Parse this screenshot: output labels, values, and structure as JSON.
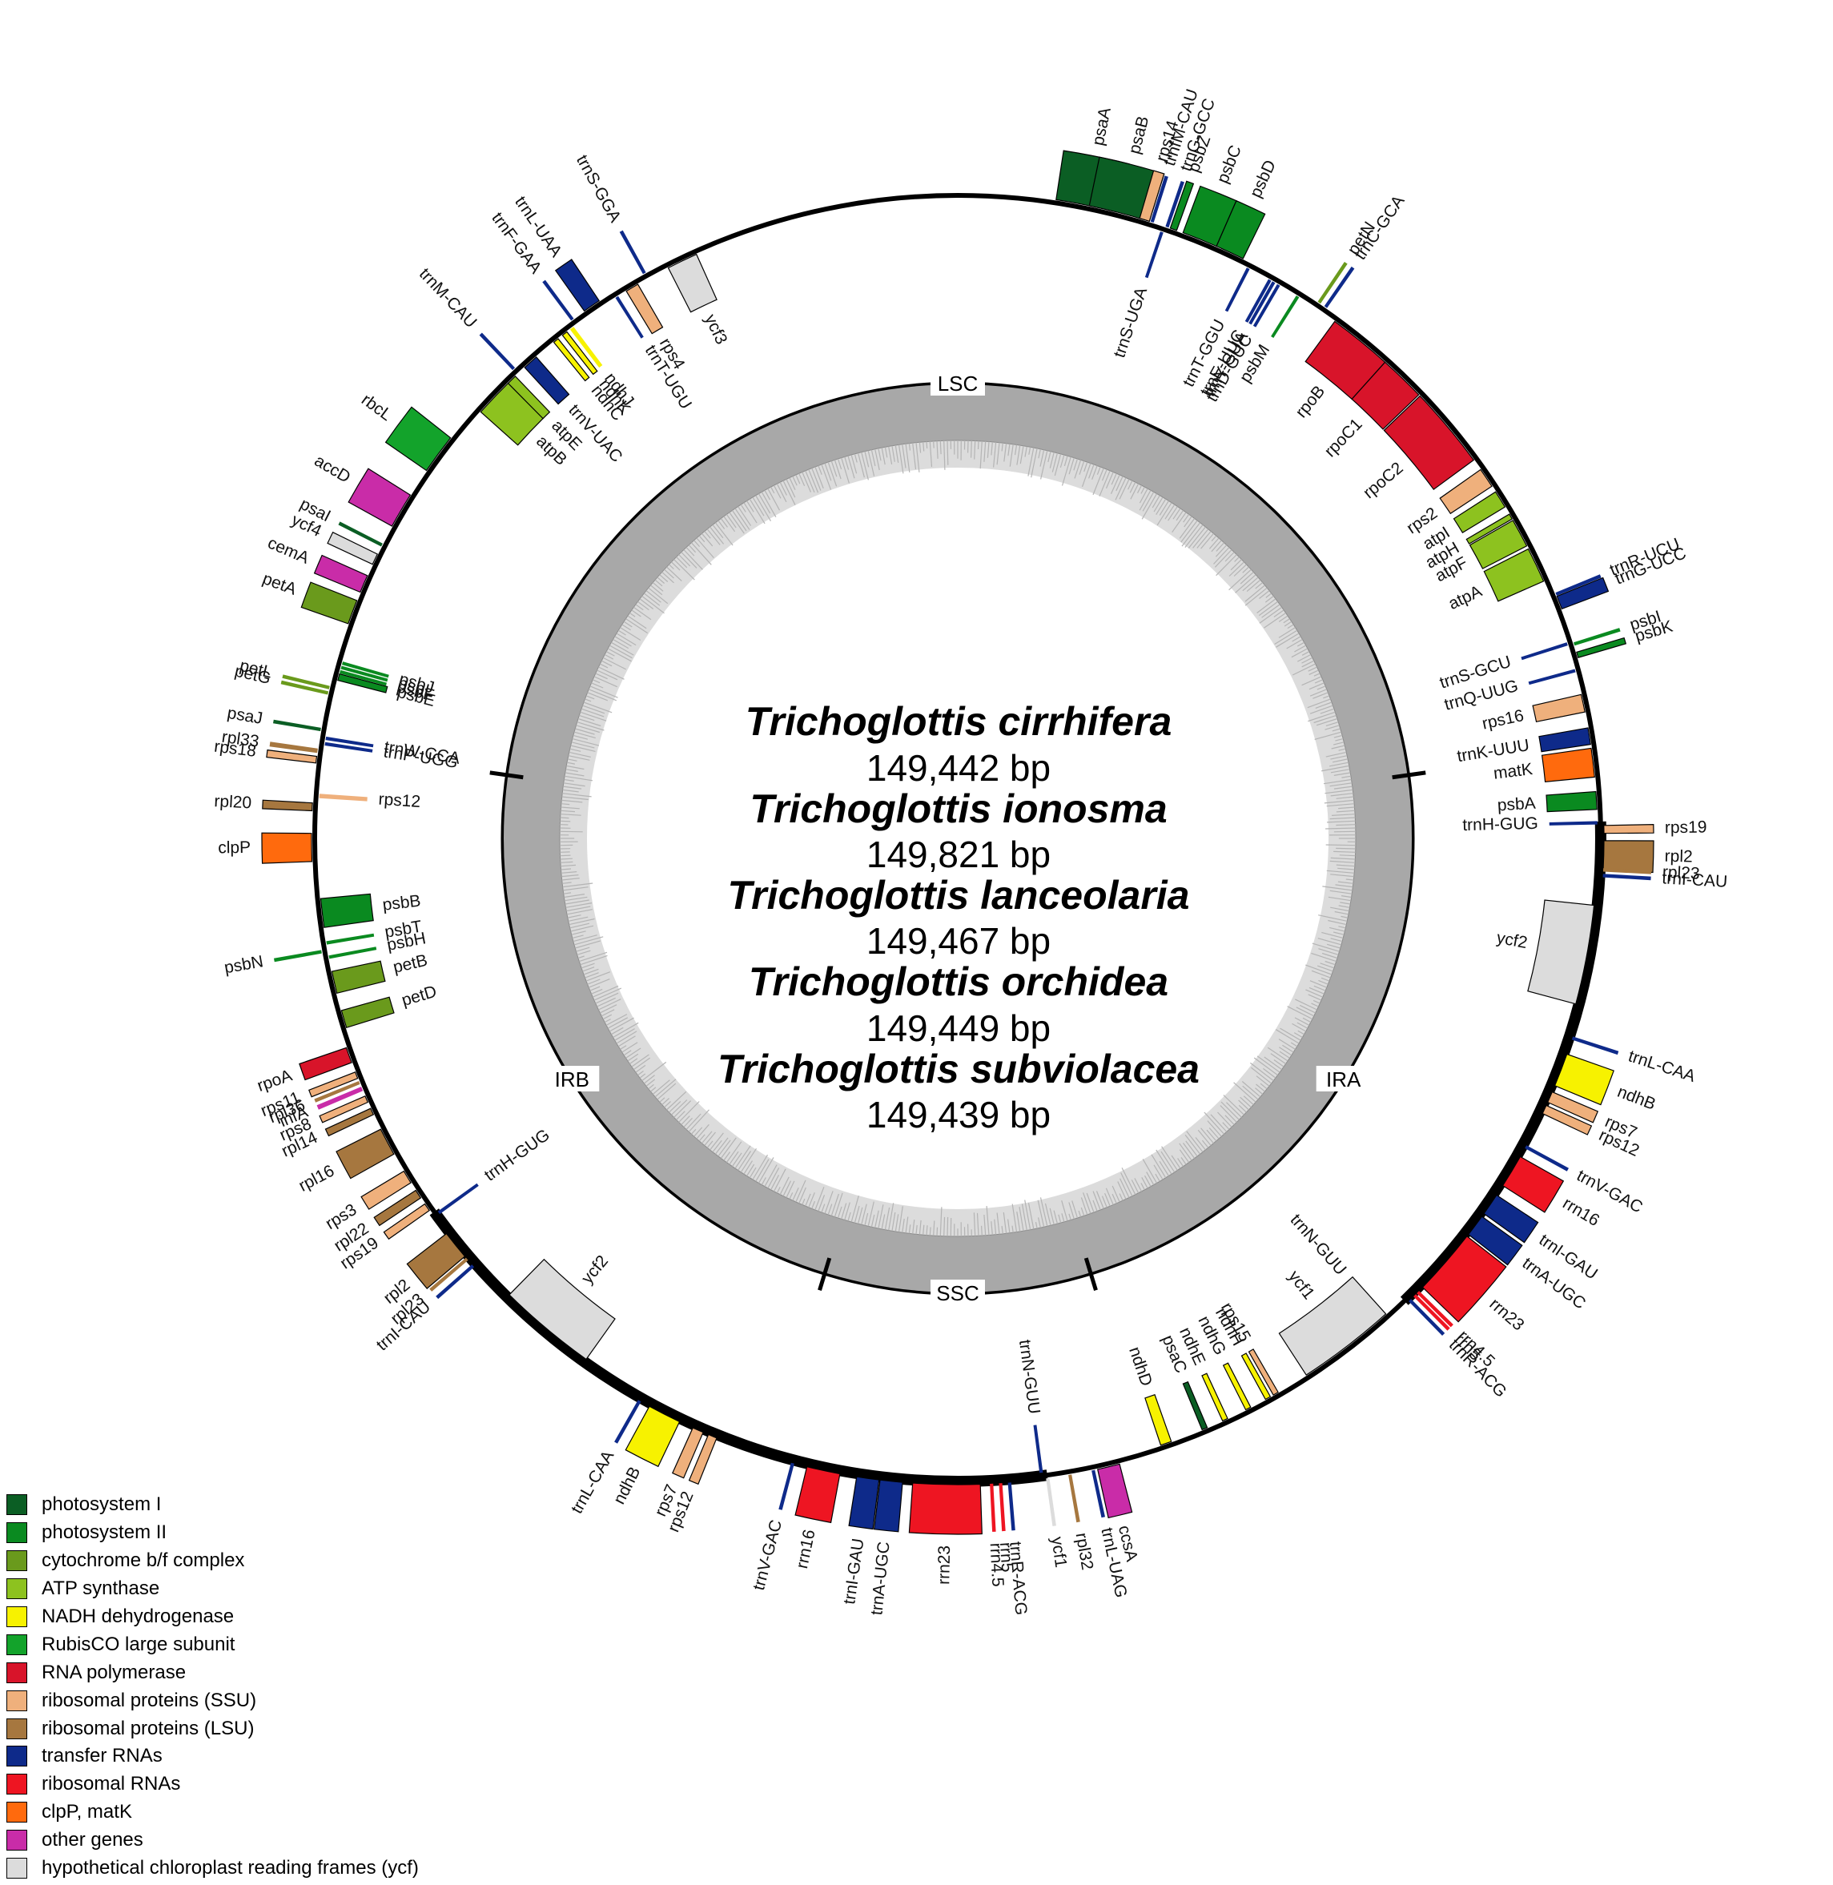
{
  "species": [
    {
      "name": "Trichoglottis cirrhifera",
      "size": "149,442 bp"
    },
    {
      "name": "Trichoglottis ionosma",
      "size": "149,821 bp"
    },
    {
      "name": "Trichoglottis lanceolaria",
      "size": "149,467 bp"
    },
    {
      "name": "Trichoglottis orchidea",
      "size": "149,449 bp"
    },
    {
      "name": "Trichoglottis subviolacea",
      "size": "149,439 bp"
    }
  ],
  "regions": [
    "LSC",
    "IRA",
    "SSC",
    "IRB"
  ],
  "legend": [
    {
      "key": "psI",
      "label": "photosystem I",
      "color": "#0b5e24"
    },
    {
      "key": "psII",
      "label": "photosystem II",
      "color": "#0a8a20"
    },
    {
      "key": "cyt",
      "label": "cytochrome b/f complex",
      "color": "#6a9a1c"
    },
    {
      "key": "atp",
      "label": "ATP synthase",
      "color": "#8dc21f"
    },
    {
      "key": "ndh",
      "label": "NADH dehydrogenase",
      "color": "#f7f200"
    },
    {
      "key": "rbc",
      "label": "RubisCO large subunit",
      "color": "#13a32b"
    },
    {
      "key": "rpo",
      "label": "RNA polymerase",
      "color": "#d8142a"
    },
    {
      "key": "ssu",
      "label": "ribosomal proteins (SSU)",
      "color": "#efb07c"
    },
    {
      "key": "lsu",
      "label": "ribosomal proteins (LSU)",
      "color": "#a6773f"
    },
    {
      "key": "trn",
      "label": "transfer RNAs",
      "color": "#0e2a8a"
    },
    {
      "key": "rrn",
      "label": "ribosomal RNAs",
      "color": "#ee1522"
    },
    {
      "key": "clp",
      "label": "clpP, matK",
      "color": "#ff6a0d"
    },
    {
      "key": "oth",
      "label": "other genes",
      "color": "#c92ca8"
    },
    {
      "key": "ycf",
      "label": "hypothetical chloroplast reading frames (ycf)",
      "color": "#dcdcdc"
    }
  ],
  "genes": [
    {
      "name": "psaA",
      "cat": "psI",
      "pos": 11.5,
      "side": "out",
      "w": 5.5
    },
    {
      "name": "psaB",
      "cat": "psI",
      "pos": 14.5,
      "side": "out",
      "w": 5.5
    },
    {
      "name": "rps14",
      "cat": "ssu",
      "pos": 16.8,
      "side": "out",
      "w": 0.9
    },
    {
      "name": "trnfM-CAU",
      "cat": "trn",
      "pos": 17.5,
      "side": "out",
      "w": 0.3
    },
    {
      "name": "trnS-UGA",
      "cat": "trn",
      "pos": 18.6,
      "side": "in",
      "w": 0.3
    },
    {
      "name": "trnG-GCC",
      "cat": "trn",
      "pos": 18.9,
      "side": "out",
      "w": 0.3
    },
    {
      "name": "psbZ",
      "cat": "psII",
      "pos": 19.5,
      "side": "out",
      "w": 0.6
    },
    {
      "name": "psbC",
      "cat": "psII",
      "pos": 22.0,
      "side": "out",
      "w": 3.2
    },
    {
      "name": "psbD",
      "cat": "psII",
      "pos": 24.9,
      "side": "out",
      "w": 2.6
    },
    {
      "name": "trnT-GGU",
      "cat": "trn",
      "pos": 27.0,
      "side": "in",
      "w": 0.3
    },
    {
      "name": "trnE-UUC",
      "cat": "trn",
      "pos": 29.2,
      "side": "in",
      "w": 0.3
    },
    {
      "name": "trnY-GUA",
      "cat": "trn",
      "pos": 29.6,
      "side": "in",
      "w": 0.3
    },
    {
      "name": "trnD-GUC",
      "cat": "trn",
      "pos": 30.1,
      "side": "in",
      "w": 0.3
    },
    {
      "name": "psbM",
      "cat": "psII",
      "pos": 32.1,
      "side": "in",
      "w": 0.3
    },
    {
      "name": "petN",
      "cat": "cyt",
      "pos": 34.0,
      "side": "out",
      "w": 0.3
    },
    {
      "name": "trnC-GCA",
      "cat": "trn",
      "pos": 34.7,
      "side": "out",
      "w": 0.3
    },
    {
      "name": "rpoB",
      "cat": "rpo",
      "pos": 39.0,
      "side": "in",
      "w": 5.8
    },
    {
      "name": "rpoC1",
      "cat": "rpo",
      "pos": 44.0,
      "side": "in",
      "w": 4.2
    },
    {
      "name": "rpoC2",
      "cat": "rpo",
      "pos": 50.0,
      "side": "in",
      "w": 7.5
    },
    {
      "name": "rps2",
      "cat": "ssu",
      "pos": 55.7,
      "side": "in",
      "w": 1.8
    },
    {
      "name": "atpI",
      "cat": "atp",
      "pos": 58.0,
      "side": "in",
      "w": 1.6
    },
    {
      "name": "atpH",
      "cat": "atp",
      "pos": 59.8,
      "side": "in",
      "w": 0.5
    },
    {
      "name": "atpF",
      "cat": "atp",
      "pos": 61.5,
      "side": "in",
      "w": 2.6
    },
    {
      "name": "atpA",
      "cat": "atp",
      "pos": 64.7,
      "side": "in",
      "w": 3.2
    },
    {
      "name": "trnR-UCU",
      "cat": "trn",
      "pos": 67.8,
      "side": "out",
      "w": 0.3
    },
    {
      "name": "trnG-UCC",
      "cat": "trn",
      "pos": 68.6,
      "side": "out",
      "w": 1.2
    },
    {
      "name": "trnS-GCU",
      "cat": "trn",
      "pos": 72.3,
      "side": "in",
      "w": 0.3
    },
    {
      "name": "psbI",
      "cat": "psII",
      "pos": 72.5,
      "side": "out",
      "w": 0.3
    },
    {
      "name": "psbK",
      "cat": "psII",
      "pos": 73.5,
      "side": "out",
      "w": 0.5
    },
    {
      "name": "trnQ-UUG",
      "cat": "trn",
      "pos": 74.8,
      "side": "in",
      "w": 0.3
    },
    {
      "name": "rps16",
      "cat": "ssu",
      "pos": 77.8,
      "side": "in",
      "w": 1.6
    },
    {
      "name": "trnK-UUU",
      "cat": "trn",
      "pos": 80.8,
      "side": "in",
      "w": 1.5
    },
    {
      "name": "matK",
      "cat": "clp",
      "pos": 83.2,
      "side": "in",
      "w": 2.6
    },
    {
      "name": "psbA",
      "cat": "psII",
      "pos": 86.6,
      "side": "in",
      "w": 1.6
    },
    {
      "name": "trnH-GUG",
      "cat": "trn",
      "pos": 88.6,
      "side": "in",
      "w": 0.3
    },
    {
      "name": "rps19",
      "cat": "ssu",
      "pos": 89.2,
      "side": "out",
      "w": 0.7
    },
    {
      "name": "rpl2",
      "cat": "lsu",
      "pos": 91.5,
      "side": "out",
      "w": 2.6
    },
    {
      "name": "rpl23",
      "cat": "lsu",
      "pos": 92.8,
      "side": "out",
      "w": 0.3
    },
    {
      "name": "trnI-CAU",
      "cat": "trn",
      "pos": 93.3,
      "side": "out",
      "w": 0.3
    },
    {
      "name": "ycf2",
      "cat": "ycf",
      "pos": 100.5,
      "side": "in",
      "w": 9.0
    },
    {
      "name": "trnL-CAA",
      "cat": "trn",
      "pos": 108.0,
      "side": "out",
      "w": 0.3
    },
    {
      "name": "ndhB",
      "cat": "ndh",
      "pos": 111.0,
      "side": "out",
      "w": 3.0
    },
    {
      "name": "rps7",
      "cat": "ssu",
      "pos": 113.6,
      "side": "out",
      "w": 1.0
    },
    {
      "name": "rps12",
      "cat": "ssu",
      "pos": 114.8,
      "side": "out",
      "w": 0.8
    },
    {
      "name": "trnV-GAC",
      "cat": "trn",
      "pos": 118.5,
      "side": "out",
      "w": 0.3
    },
    {
      "name": "rrn16",
      "cat": "rrn",
      "pos": 121.0,
      "side": "out",
      "w": 3.0
    },
    {
      "name": "trnI-GAU",
      "cat": "trn",
      "pos": 124.5,
      "side": "out",
      "w": 2.0
    },
    {
      "name": "trnA-UGC",
      "cat": "trn",
      "pos": 126.8,
      "side": "out",
      "w": 2.0
    },
    {
      "name": "rrn23",
      "cat": "rrn",
      "pos": 131.0,
      "side": "out",
      "w": 6.0
    },
    {
      "name": "rrn4.5",
      "cat": "rrn",
      "pos": 134.6,
      "side": "out",
      "w": 0.3
    },
    {
      "name": "rrn5",
      "cat": "rrn",
      "pos": 135.0,
      "side": "out",
      "w": 0.3
    },
    {
      "name": "trnR-ACG",
      "cat": "trn",
      "pos": 135.6,
      "side": "out",
      "w": 0.3
    },
    {
      "name": "trnN-GUU",
      "cat": "trn",
      "pos": 138.5,
      "side": "in",
      "w": 0.3
    },
    {
      "name": "ycf1",
      "cat": "ycf",
      "pos": 142.5,
      "side": "in",
      "w": 9.0
    },
    {
      "name": "rps15",
      "cat": "ssu",
      "pos": 150.2,
      "side": "in",
      "w": 0.5
    },
    {
      "name": "ndhH",
      "cat": "ndh",
      "pos": 151.0,
      "side": "in",
      "w": 0.5
    },
    {
      "name": "ndhG",
      "cat": "ndh",
      "pos": 153.0,
      "side": "in",
      "w": 0.5
    },
    {
      "name": "ndhE",
      "cat": "ndh",
      "pos": 155.3,
      "side": "in",
      "w": 0.5
    },
    {
      "name": "psaC",
      "cat": "psI",
      "pos": 157.3,
      "side": "in",
      "w": 0.5
    },
    {
      "name": "ndhD",
      "cat": "ndh",
      "pos": 161.0,
      "side": "in",
      "w": 1.0
    },
    {
      "name": "ccsA",
      "cat": "oth",
      "pos": 166.5,
      "side": "out",
      "w": 2.0
    },
    {
      "name": "trnL-UAG",
      "cat": "trn",
      "pos": 167.9,
      "side": "out",
      "w": 0.3
    },
    {
      "name": "rpl32",
      "cat": "lsu",
      "pos": 170.0,
      "side": "out",
      "w": 0.3
    },
    {
      "name": "ycf1",
      "cat": "ycf",
      "pos": 172.0,
      "side": "out",
      "w": 0.3
    },
    {
      "name": "trnN-GUU",
      "cat": "trn",
      "pos": 172.5,
      "side": "in",
      "w": 0.3
    },
    {
      "name": "trnR-ACG",
      "cat": "trn",
      "pos": 175.4,
      "side": "out",
      "w": 0.3
    },
    {
      "name": "rrn5",
      "cat": "rrn",
      "pos": 176.2,
      "side": "out",
      "w": 0.3
    },
    {
      "name": "rrn4.5",
      "cat": "rrn",
      "pos": 177.0,
      "side": "out",
      "w": 0.3
    },
    {
      "name": "rrn23",
      "cat": "rrn",
      "pos": 181.0,
      "side": "out",
      "w": 6.0
    },
    {
      "name": "trnA-UGC",
      "cat": "trn",
      "pos": 185.9,
      "side": "out",
      "w": 2.0
    },
    {
      "name": "trnI-GAU",
      "cat": "trn",
      "pos": 188.0,
      "side": "out",
      "w": 2.0
    },
    {
      "name": "rrn16",
      "cat": "rrn",
      "pos": 192.0,
      "side": "out",
      "w": 3.0
    },
    {
      "name": "trnV-GAC",
      "cat": "trn",
      "pos": 194.8,
      "side": "out",
      "w": 0.3
    },
    {
      "name": "rps12",
      "cat": "ssu",
      "pos": 202.3,
      "side": "out",
      "w": 0.8
    },
    {
      "name": "rps7",
      "cat": "ssu",
      "pos": 203.7,
      "side": "out",
      "w": 1.0
    },
    {
      "name": "ndhB",
      "cat": "ndh",
      "pos": 207.0,
      "side": "out",
      "w": 3.0
    },
    {
      "name": "trnL-CAA",
      "cat": "trn",
      "pos": 209.5,
      "side": "out",
      "w": 0.3
    },
    {
      "name": "ycf2",
      "cat": "ycf",
      "pos": 220.0,
      "side": "in",
      "w": 9.0
    },
    {
      "name": "trnI-CAU",
      "cat": "trn",
      "pos": 228.6,
      "side": "out",
      "w": 0.3
    },
    {
      "name": "rpl23",
      "cat": "lsu",
      "pos": 229.4,
      "side": "out",
      "w": 0.3
    },
    {
      "name": "rpl2",
      "cat": "lsu",
      "pos": 231.0,
      "side": "out",
      "w": 2.6
    },
    {
      "name": "trnH-GUG",
      "cat": "trn",
      "pos": 234.2,
      "side": "in",
      "w": 0.3
    },
    {
      "name": "rps19",
      "cat": "ssu",
      "pos": 235.2,
      "side": "out",
      "w": 0.7
    },
    {
      "name": "rpl22",
      "cat": "lsu",
      "pos": 236.6,
      "side": "out",
      "w": 0.8
    },
    {
      "name": "rps3",
      "cat": "ssu",
      "pos": 238.4,
      "side": "out",
      "w": 1.2
    },
    {
      "name": "rpl16",
      "cat": "lsu",
      "pos": 242.0,
      "side": "out",
      "w": 2.5
    },
    {
      "name": "rpl14",
      "cat": "lsu",
      "pos": 245.0,
      "side": "out",
      "w": 0.6
    },
    {
      "name": "rps8",
      "cat": "ssu",
      "pos": 246.2,
      "side": "out",
      "w": 0.6
    },
    {
      "name": "infA",
      "cat": "oth",
      "pos": 247.2,
      "side": "out",
      "w": 0.4
    },
    {
      "name": "rpl36",
      "cat": "lsu",
      "pos": 247.8,
      "side": "out",
      "w": 0.3
    },
    {
      "name": "rps11",
      "cat": "ssu",
      "pos": 248.5,
      "side": "out",
      "w": 0.6
    },
    {
      "name": "rpoA",
      "cat": "rpo",
      "pos": 250.4,
      "side": "out",
      "w": 1.4
    },
    {
      "name": "petD",
      "cat": "cyt",
      "pos": 253.6,
      "side": "in",
      "w": 1.6
    },
    {
      "name": "petB",
      "cat": "cyt",
      "pos": 257.0,
      "side": "in",
      "w": 2.0
    },
    {
      "name": "psbH",
      "cat": "psII",
      "pos": 259.3,
      "side": "in",
      "w": 0.3
    },
    {
      "name": "psbN",
      "cat": "psII",
      "pos": 259.9,
      "side": "out",
      "w": 0.3
    },
    {
      "name": "psbT",
      "cat": "psII",
      "pos": 260.6,
      "side": "in",
      "w": 0.3
    },
    {
      "name": "psbB",
      "cat": "psII",
      "pos": 263.3,
      "side": "in",
      "w": 2.6
    },
    {
      "name": "clpP",
      "cat": "clp",
      "pos": 269.2,
      "side": "out",
      "w": 2.5
    },
    {
      "name": "rpl20",
      "cat": "lsu",
      "pos": 272.8,
      "side": "out",
      "w": 0.7
    },
    {
      "name": "rps12",
      "cat": "ssu",
      "pos": 273.8,
      "side": "in",
      "w": 0.4
    },
    {
      "name": "rps18",
      "cat": "ssu",
      "pos": 277.0,
      "side": "out",
      "w": 0.6
    },
    {
      "name": "rpl33",
      "cat": "lsu",
      "pos": 277.8,
      "side": "out",
      "w": 0.4
    },
    {
      "name": "trnP-UGG",
      "cat": "trn",
      "pos": 278.5,
      "side": "in",
      "w": 0.3
    },
    {
      "name": "trnW-CCA",
      "cat": "trn",
      "pos": 279.0,
      "side": "in",
      "w": 0.3
    },
    {
      "name": "psaJ",
      "cat": "psI",
      "pos": 279.7,
      "side": "out",
      "w": 0.3
    },
    {
      "name": "petG",
      "cat": "cyt",
      "pos": 283.0,
      "side": "out",
      "w": 0.3
    },
    {
      "name": "petL",
      "cat": "cyt",
      "pos": 283.5,
      "side": "out",
      "w": 0.3
    },
    {
      "name": "psbE",
      "cat": "psII",
      "pos": 284.6,
      "side": "in",
      "w": 0.6
    },
    {
      "name": "psbF",
      "cat": "psII",
      "pos": 285.1,
      "side": "in",
      "w": 0.3
    },
    {
      "name": "psbL",
      "cat": "psII",
      "pos": 285.5,
      "side": "in",
      "w": 0.3
    },
    {
      "name": "psbJ",
      "cat": "psII",
      "pos": 285.9,
      "side": "in",
      "w": 0.3
    },
    {
      "name": "petA",
      "cat": "cyt",
      "pos": 290.5,
      "side": "out",
      "w": 2.2
    },
    {
      "name": "cemA",
      "cat": "oth",
      "pos": 293.2,
      "side": "out",
      "w": 1.6
    },
    {
      "name": "ycf4",
      "cat": "ycf",
      "pos": 295.6,
      "side": "out",
      "w": 1.0
    },
    {
      "name": "psaI",
      "cat": "psI",
      "pos": 297.0,
      "side": "out",
      "w": 0.3
    },
    {
      "name": "accD",
      "cat": "oth",
      "pos": 300.5,
      "side": "out",
      "w": 3.2
    },
    {
      "name": "rbcL",
      "cat": "rbc",
      "pos": 306.5,
      "side": "out",
      "w": 3.6
    },
    {
      "name": "atpB",
      "cat": "atp",
      "pos": 313.6,
      "side": "in",
      "w": 3.6
    },
    {
      "name": "atpE",
      "cat": "atp",
      "pos": 315.8,
      "side": "in",
      "w": 0.9
    },
    {
      "name": "trnM-CAU",
      "cat": "trn",
      "pos": 316.6,
      "side": "out",
      "w": 0.3
    },
    {
      "name": "trnV-UAC",
      "cat": "trn",
      "pos": 318.1,
      "side": "in",
      "w": 1.4
    },
    {
      "name": "ndhC",
      "cat": "ndh",
      "pos": 321.1,
      "side": "in",
      "w": 0.5
    },
    {
      "name": "ndhK",
      "cat": "ndh",
      "pos": 322.1,
      "side": "in",
      "w": 0.5
    },
    {
      "name": "ndhJ",
      "cat": "ndh",
      "pos": 322.9,
      "side": "in",
      "w": 0.4
    },
    {
      "name": "trnF-GAA",
      "cat": "trn",
      "pos": 323.4,
      "side": "out",
      "w": 0.3
    },
    {
      "name": "trnL-UAA",
      "cat": "trn",
      "pos": 325.5,
      "side": "out",
      "w": 1.6
    },
    {
      "name": "trnT-UGU",
      "cat": "trn",
      "pos": 327.8,
      "side": "in",
      "w": 0.3
    },
    {
      "name": "rps4",
      "cat": "ssu",
      "pos": 329.4,
      "side": "in",
      "w": 1.2
    },
    {
      "name": "trnS-GGA",
      "cat": "trn",
      "pos": 331.0,
      "side": "out",
      "w": 0.3
    },
    {
      "name": "ycf3",
      "cat": "ycf",
      "pos": 334.5,
      "side": "in",
      "w": 2.8
    }
  ]
}
